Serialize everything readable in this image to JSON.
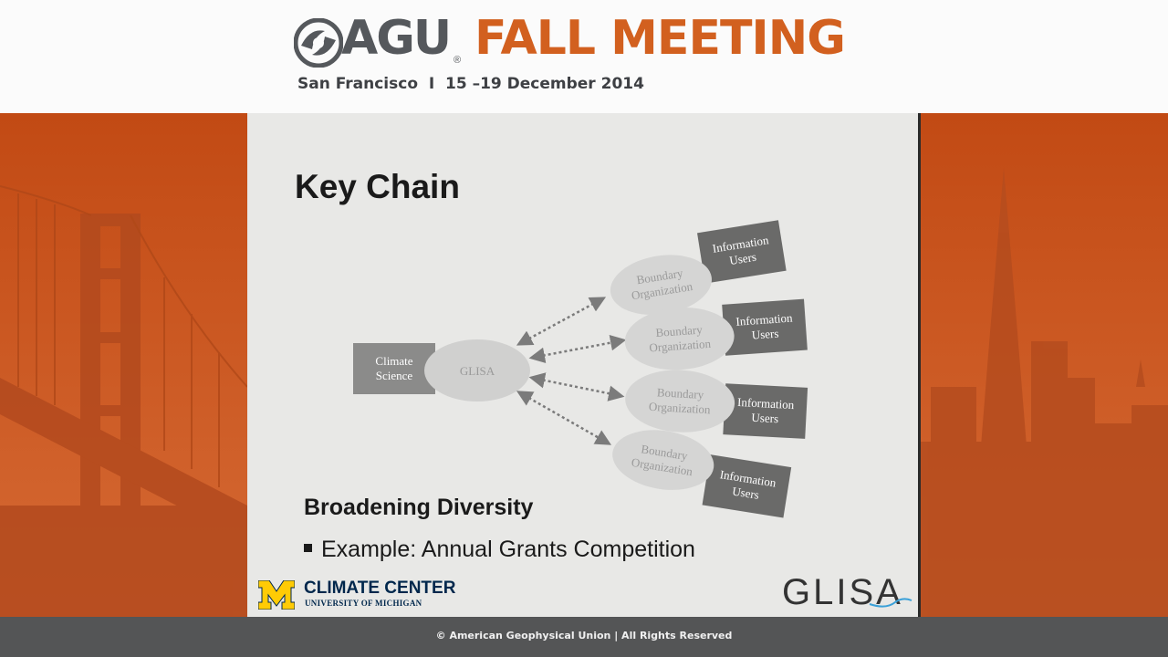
{
  "header": {
    "logo_org": "AGU",
    "registered_mark": "®",
    "event_name": "FALL MEETING",
    "location_date": "San Francisco  I  15 –19 December 2014"
  },
  "slide": {
    "title": "Key Chain",
    "diagram": {
      "climate_science": [
        "Climate",
        "Science"
      ],
      "hub": "GLISA",
      "boundary_org": [
        "Boundary",
        "Organization"
      ],
      "info_users": [
        "Information",
        "Users"
      ]
    },
    "section_heading": "Broadening Diversity",
    "bullet": "Example: Annual Grants Competition",
    "logo_left_title": "CLIMATE CENTER",
    "logo_left_subtitle": "UNIVERSITY OF MICHIGAN",
    "logo_right": "GLISA"
  },
  "footer": {
    "copyright": "© American Geophysical Union | All Rights Reserved"
  },
  "colors": {
    "brand_orange": "#d2601f",
    "brand_gray": "#55585c",
    "background_orange": "#c4521c",
    "michigan_maize": "#ffcb05",
    "michigan_blue": "#00274c"
  }
}
